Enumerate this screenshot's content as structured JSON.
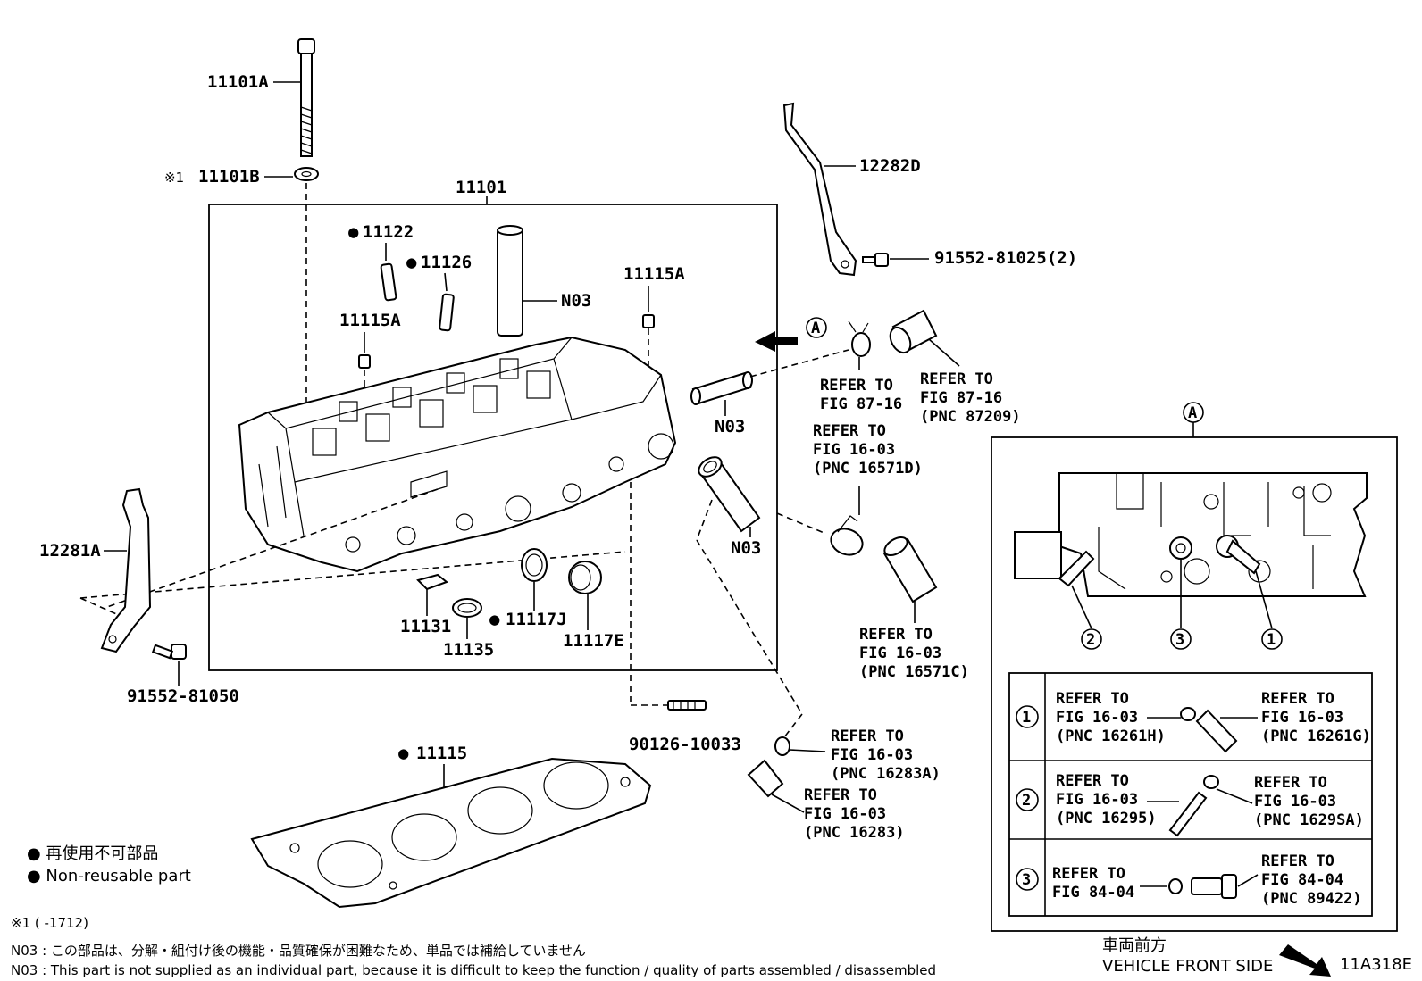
{
  "labels": {
    "p11101A": "11101A",
    "p11101B": "11101B",
    "mark_x1": "※1",
    "p11101": "11101",
    "p11122": "11122",
    "p11126": "11126",
    "n03_top": "N03",
    "p11115A_right": "11115A",
    "p11115A_left": "11115A",
    "n03_mid": "N03",
    "n03_low": "N03",
    "p12282D": "12282D",
    "p91552_81025": "91552-81025(2)",
    "p12281A": "12281A",
    "p91552_81050": "91552-81050",
    "p11131": "11131",
    "p11135": "11135",
    "p11117J": "11117J",
    "p11117E": "11117E",
    "p90126_10033": "90126-10033",
    "p11115": "11115",
    "code": "11A318E"
  },
  "markers": {
    "a": "A",
    "c1": "1",
    "c2": "2",
    "c3": "3"
  },
  "refs": {
    "r87_16a": [
      "REFER TO",
      "FIG 87-16"
    ],
    "r87_16b": [
      "REFER TO",
      "FIG 87-16",
      "(PNC 87209)"
    ],
    "r16571D": [
      "REFER TO",
      "FIG 16-03",
      "(PNC 16571D)"
    ],
    "r16571C": [
      "REFER TO",
      "FIG 16-03",
      "(PNC 16571C)"
    ],
    "r16283A": [
      "REFER TO",
      "FIG 16-03",
      "(PNC 16283A)"
    ],
    "r16283": [
      "REFER TO",
      "FIG 16-03",
      "(PNC 16283)"
    ],
    "t1L": [
      "REFER TO",
      "FIG 16-03",
      "(PNC 16261H)"
    ],
    "t1R": [
      "REFER TO",
      "FIG 16-03",
      "(PNC 16261G)"
    ],
    "t2L": [
      "REFER TO",
      "FIG 16-03",
      "(PNC 16295)"
    ],
    "t2R": [
      "REFER TO",
      "FIG 16-03",
      "(PNC 1629SA)"
    ],
    "t3L": [
      "REFER TO",
      "FIG 84-04"
    ],
    "t3R": [
      "REFER TO",
      "FIG 84-04",
      "(PNC 89422)"
    ]
  },
  "legend": {
    "jp": "● 再使用不可部品",
    "en": "● Non-reusable part"
  },
  "notes": {
    "x1": "※1 (      -1712)",
    "n03_jp": "N03 : この部品は、分解・組付け後の機能・品質確保が困難なため、単品では補給していません",
    "n03_en": "N03 : This part is not supplied as an individual part, because it is difficult to keep the function / quality of parts  assembled / disassembled",
    "front_jp": "車両前方",
    "front_en": "VEHICLE FRONT SIDE"
  },
  "bullet": "●"
}
